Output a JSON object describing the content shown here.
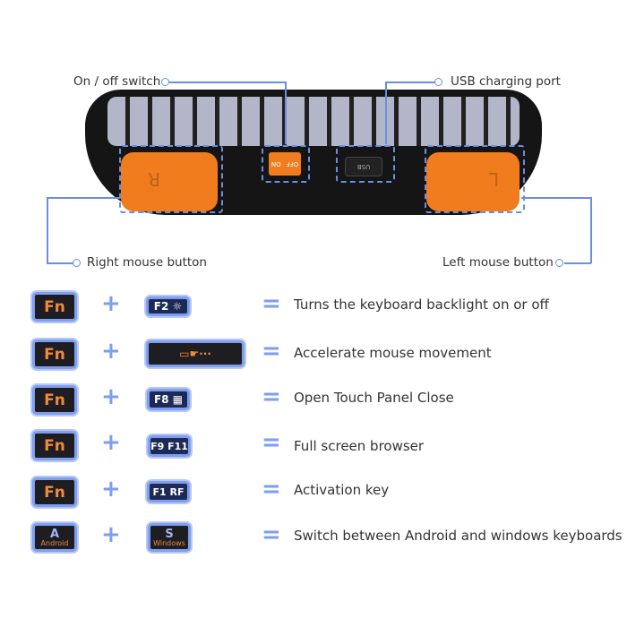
{
  "callouts": {
    "on_off": "On / off switch",
    "usb": "USB charging port",
    "right_mouse": "Right mouse button",
    "left_mouse": "Left mouse button"
  },
  "device": {
    "switch_labels": [
      "OFF",
      "ON"
    ],
    "usb_label": "USB",
    "right_pad": "R",
    "left_pad": "L"
  },
  "combos": [
    {
      "key1": "Fn",
      "key2": "F2 ☼",
      "desc": "Turns the keyboard backlight on or off"
    },
    {
      "key1": "Fn",
      "key2": "▭☛···",
      "desc": "Accelerate mouse movement"
    },
    {
      "key1": "Fn",
      "key2": "F8 ▦",
      "desc": "Open Touch Panel Close"
    },
    {
      "key1": "Fn",
      "key2": "F9 F11",
      "desc": "Full screen browser"
    },
    {
      "key1": "Fn",
      "key2": "F1 RF",
      "desc": "Activation key"
    },
    {
      "key1": "A",
      "key1_sub": "Android",
      "key2": "S",
      "key2_sub": "Windows",
      "desc": "Switch between Android and windows keyboards"
    }
  ],
  "symbols": {
    "plus": "+",
    "equals": "="
  },
  "colors": {
    "accent": "#6b8ee0",
    "orange": "#f07c1e"
  }
}
